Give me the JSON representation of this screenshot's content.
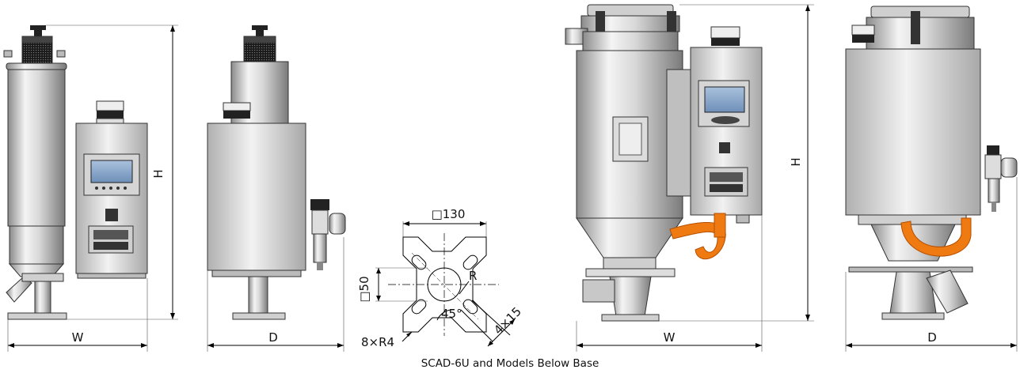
{
  "labels": {
    "w1": "W",
    "d1": "D",
    "h1": "H",
    "w2": "W",
    "d2": "D",
    "h2": "H",
    "base_square": "□130",
    "base_inner": "□50",
    "base_holes": "8×R4",
    "base_slots": "4×15",
    "base_angle": "45°",
    "base_radius": "R"
  },
  "caption": "SCAD-6U and Models Below Base",
  "colors": {
    "outline": "#333333",
    "steel_dark": "#8a8a8a",
    "steel_light": "#f4f4f4",
    "orange_hose": "#f07a12",
    "screen": "#7f9ec4"
  }
}
